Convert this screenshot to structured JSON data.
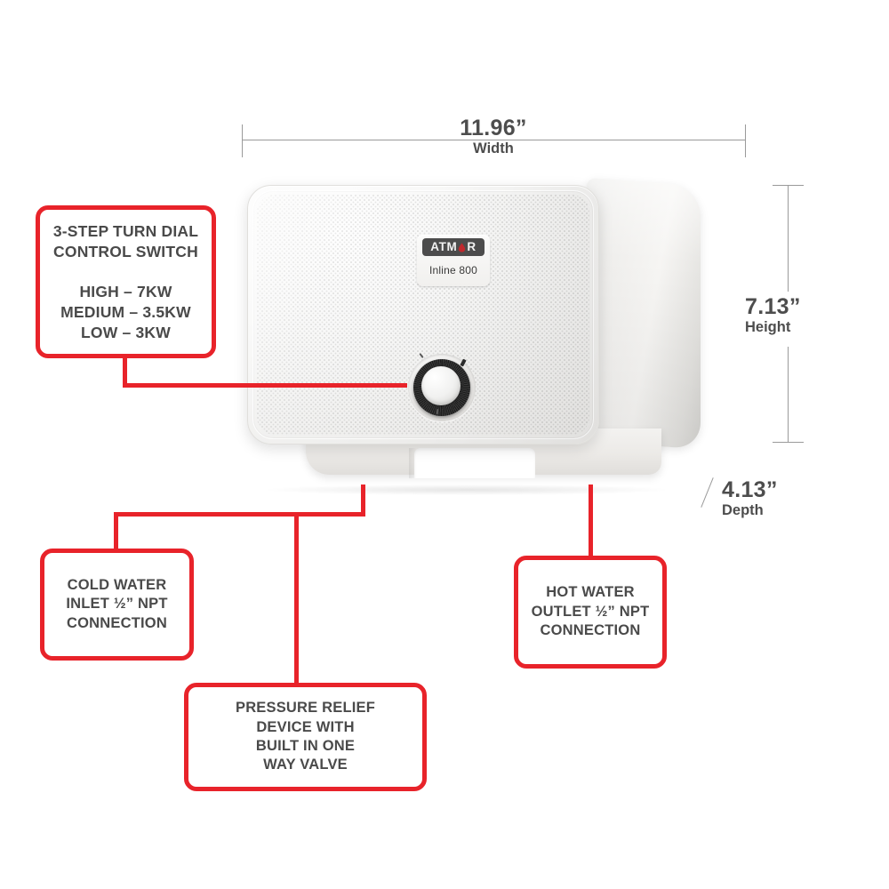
{
  "product": {
    "brand_letters_left": "ATM",
    "brand_letters_right": "R",
    "brand_drop_icon": "water-drop-icon",
    "model": "Inline 800",
    "dial_icon": "rotary-dial-icon"
  },
  "dimensions": {
    "width": {
      "value": "11.96”",
      "name": "Width"
    },
    "height": {
      "value": "7.13”",
      "name": "Height"
    },
    "depth": {
      "value": "4.13”",
      "name": "Depth"
    }
  },
  "callouts": {
    "dial": "3-STEP TURN DIAL\nCONTROL SWITCH\n\nHIGH – 7KW\nMEDIUM – 3.5KW\nLOW – 3KW",
    "cold_water": "COLD WATER\nINLET ½” NPT\nCONNECTION",
    "pressure_relief": "PRESSURE RELIEF\nDEVICE WITH\nBUILT IN ONE\nWAY VALVE",
    "hot_water": "HOT WATER\nOUTLET ½” NPT\nCONNECTION"
  },
  "colors": {
    "callout_border": "#e8232a",
    "leader_line": "#e8232a",
    "dimension_line": "#9a9a9a",
    "text": "#4a4a4a",
    "brand_badge": "#4c4c4c",
    "brand_drop": "#c0282d",
    "background": "#ffffff"
  }
}
